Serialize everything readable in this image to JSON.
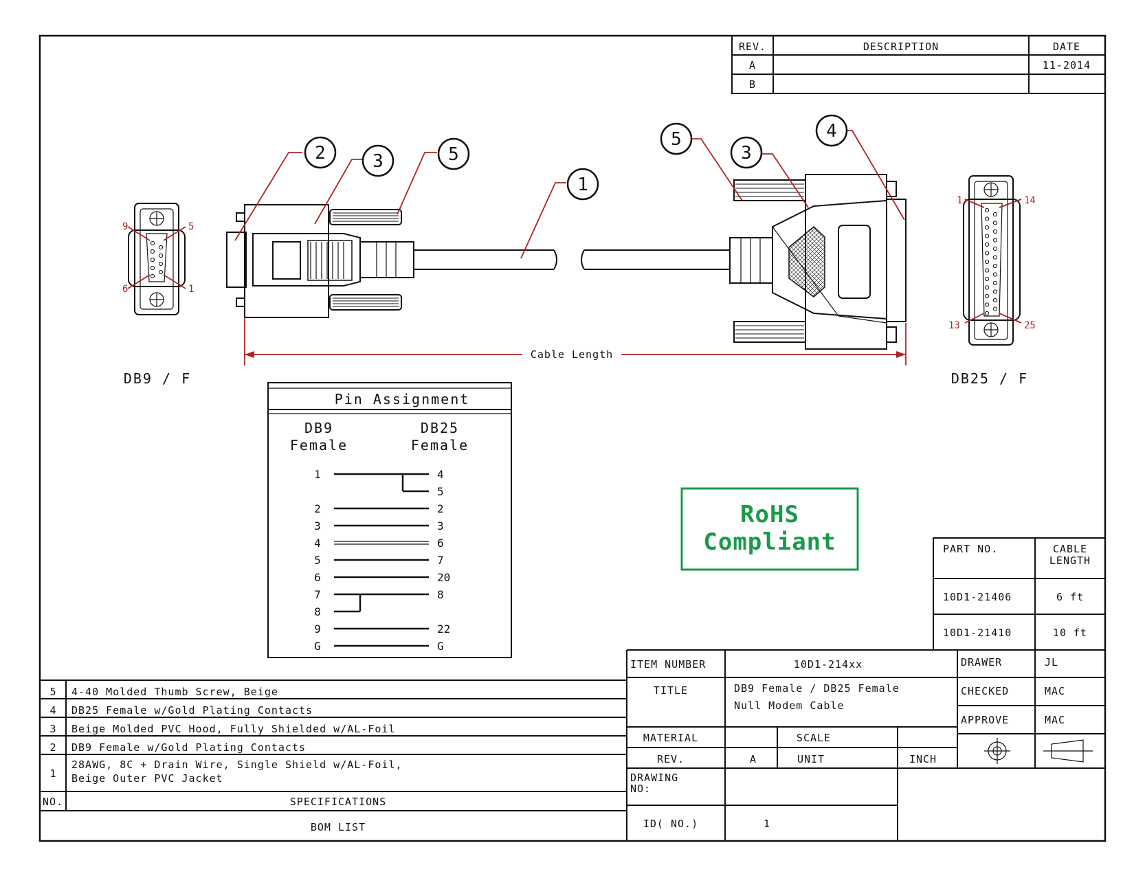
{
  "revision_block": {
    "headers": {
      "rev": "REV.",
      "description": "DESCRIPTION",
      "date": "DATE"
    },
    "rows": [
      {
        "rev": "A",
        "description": "",
        "date": "11-2014"
      },
      {
        "rev": "B",
        "description": "",
        "date": ""
      }
    ]
  },
  "connectors": {
    "left_label": "DB9 / F",
    "right_label": "DB25 / F",
    "db9_pins": {
      "p9": "9",
      "p5": "5",
      "p6": "6",
      "p1": "1"
    },
    "db25_pins": {
      "p1": "1",
      "p14": "14",
      "p13": "13",
      "p25": "25"
    }
  },
  "callouts": {
    "c1": "1",
    "c2": "2",
    "c3": "3",
    "c4": "4",
    "c5": "5"
  },
  "cable_length_label": "Cable Length",
  "pin_assignment": {
    "title": "Pin Assignment",
    "col_left": [
      "DB9",
      "Female"
    ],
    "col_right": [
      "DB25",
      "Female"
    ],
    "left_pins": [
      "1",
      "2",
      "3",
      "4",
      "5",
      "6",
      "7",
      "8",
      "9",
      "G"
    ],
    "right_pins": [
      "4",
      "5",
      "2",
      "3",
      "6",
      "7",
      "20",
      "8",
      "22",
      "G"
    ]
  },
  "rohs": {
    "line1": "RoHS",
    "line2": "Compliant",
    "color": "#1a9a4a"
  },
  "part_table": {
    "headers": {
      "part": "PART NO.",
      "length": [
        "CABLE",
        "LENGTH"
      ]
    },
    "rows": [
      {
        "part": "10D1-21406",
        "length": "6 ft"
      },
      {
        "part": "10D1-21410",
        "length": "10 ft"
      }
    ]
  },
  "bom": {
    "rows": [
      {
        "no": "5",
        "spec": [
          "4-40 Molded Thumb Screw, Beige"
        ]
      },
      {
        "no": "4",
        "spec": [
          "DB25 Female w/Gold Plating Contacts"
        ]
      },
      {
        "no": "3",
        "spec": [
          "Beige Molded PVC Hood, Fully Shielded w/AL-Foil"
        ]
      },
      {
        "no": "2",
        "spec": [
          "DB9 Female w/Gold Plating Contacts"
        ]
      },
      {
        "no": "1",
        "spec": [
          "28AWG, 8C + Drain Wire, Single Shield w/AL-Foil,",
          "Beige Outer PVC Jacket"
        ]
      }
    ],
    "header_no": "NO.",
    "header_spec": "SPECIFICATIONS",
    "footer": "BOM LIST"
  },
  "title_block": {
    "item_number_label": "ITEM NUMBER",
    "item_number": "10D1-214xx",
    "title_label": "TITLE",
    "title_lines": [
      "DB9 Female / DB25 Female",
      "Null Modem Cable"
    ],
    "material_label": "MATERIAL",
    "scale_label": "SCALE",
    "rev_label": "REV.",
    "rev_value": "A",
    "unit_label": "UNIT",
    "unit_value": "INCH",
    "drawing_no_label": [
      "DRAWING",
      "NO:"
    ],
    "id_label": "ID( NO.)",
    "id_value": "1",
    "drawer_label": "DRAWER",
    "drawer_value": "JL",
    "checked_label": "CHECKED",
    "checked_value": "MAC",
    "approve_label": "APPROVE",
    "approve_value": "MAC"
  }
}
